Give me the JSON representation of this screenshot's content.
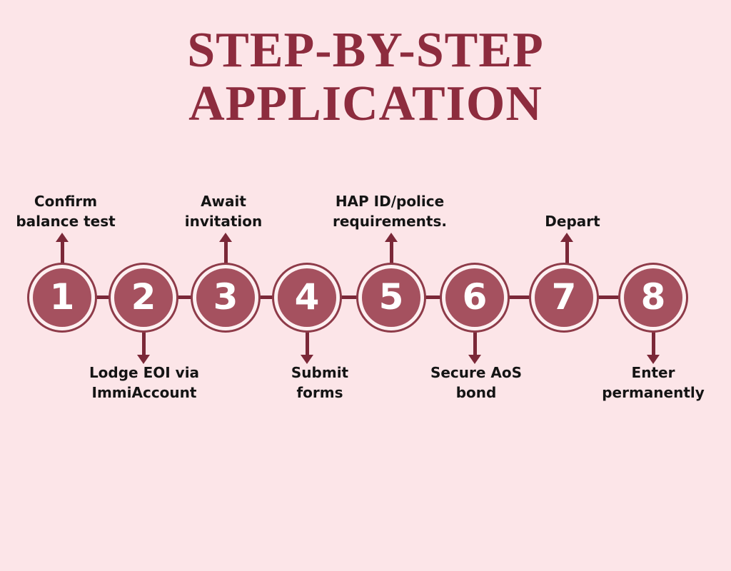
{
  "title": {
    "line1": "STEP-BY-STEP",
    "line2": "APPLICATION"
  },
  "steps": [
    {
      "number": "1",
      "label": "Confirm\nbalance test",
      "label_position": "above"
    },
    {
      "number": "2",
      "label": "Lodge EOI via\nImmiAccount",
      "label_position": "below"
    },
    {
      "number": "3",
      "label": "Await\ninvitation",
      "label_position": "above"
    },
    {
      "number": "4",
      "label": "Submit\nforms",
      "label_position": "below"
    },
    {
      "number": "5",
      "label": "HAP ID/police\nrequirements.",
      "label_position": "above"
    },
    {
      "number": "6",
      "label": "Secure AoS\nbond",
      "label_position": "below"
    },
    {
      "number": "7",
      "label": "Depart",
      "label_position": "above"
    },
    {
      "number": "8",
      "label": "Enter\npermanently",
      "label_position": "below"
    }
  ],
  "colors": {
    "background": "#fce5e8",
    "circle_fill": "#a5515f",
    "circle_ring": "#fdf0f1",
    "circle_stroke": "#8e3b49",
    "connector": "#7b2838",
    "title": "#8d2c3e",
    "label_text": "#141414",
    "number_text": "#ffffff"
  }
}
